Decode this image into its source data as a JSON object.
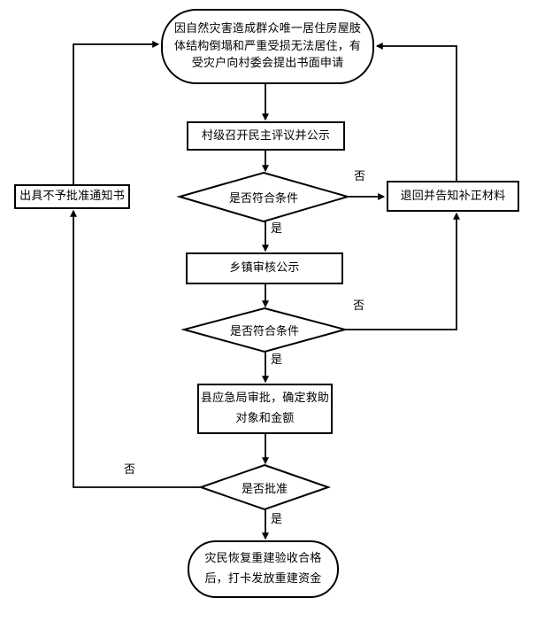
{
  "flowchart": {
    "background_color": "#ffffff",
    "line_color": "#000000",
    "text_color": "#000000",
    "nodes": {
      "start": {
        "lines": [
          "因自然灾害造成群众唯一居住房屋肢",
          "体结构倒塌和严重受损无法居住，有",
          "受灾户向村委会提出书面申请"
        ]
      },
      "village_review": {
        "text": "村级召开民主评议并公示"
      },
      "decision_conditions_1": {
        "text": "是否符合条件"
      },
      "reject_notice": {
        "text": "出具不予批准通知书"
      },
      "return_materials": {
        "text": "退回并告知补正材料"
      },
      "township_review": {
        "text": "乡镇审核公示"
      },
      "decision_conditions_2": {
        "text": "是否符合条件"
      },
      "county_approval": {
        "lines": [
          "县应急局审批，确定救助",
          "对象和金额"
        ]
      },
      "decision_approved": {
        "text": "是否批准"
      },
      "end": {
        "lines": [
          "灾民恢复重建验收合格",
          "后，打卡发放重建资金"
        ]
      }
    },
    "edge_labels": {
      "decision1_no": "否",
      "decision1_yes": "是",
      "decision2_no": "否",
      "decision2_yes": "是",
      "decision3_no": "否",
      "decision3_yes": "是"
    }
  }
}
